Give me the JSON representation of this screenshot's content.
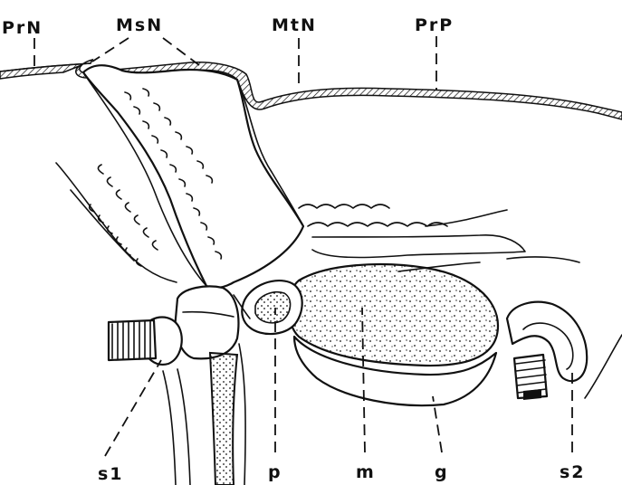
{
  "labels": {
    "top": [
      "PrN",
      "MsN",
      "MtN",
      "PrP"
    ],
    "bottom": [
      "s1",
      "p",
      "m",
      "g",
      "s2"
    ]
  },
  "colors": {
    "ink": "#111111",
    "paper": "#ffffff"
  }
}
